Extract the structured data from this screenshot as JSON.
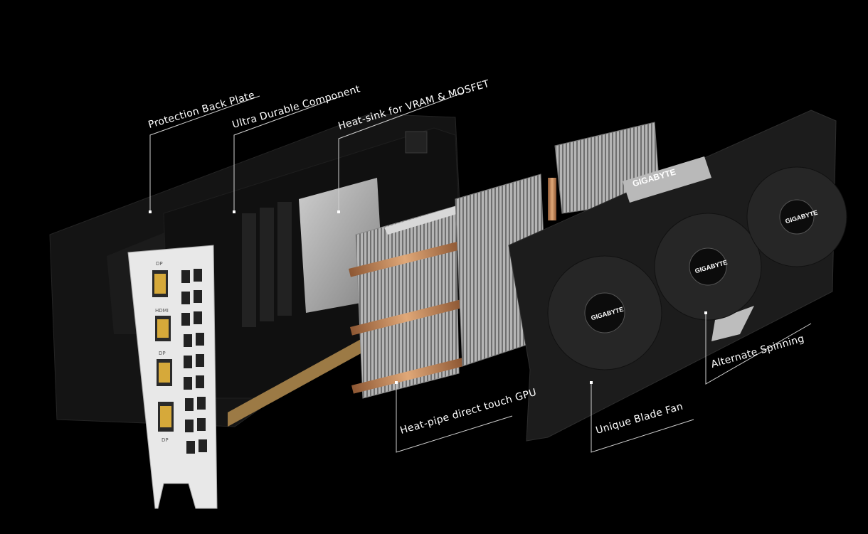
{
  "callouts": {
    "back_plate": "Protection Back Plate",
    "component": "Ultra Durable Component",
    "heatsink": "Heat-sink for VRAM & MOSFET",
    "heatpipe": "Heat-pipe direct touch GPU",
    "blade_fan": "Unique Blade Fan",
    "spinning": "Alternate Spinning"
  },
  "brand": {
    "logo_text": "GIGABYTE"
  },
  "bracket_ports": [
    "DP",
    "HDMI",
    "DP",
    "DP"
  ],
  "colors": {
    "background": "#000000",
    "callout_text": "#ffffff",
    "metal": "#c9c9c9",
    "copper": "#c68a5a",
    "shroud": "#1c1c1c"
  }
}
